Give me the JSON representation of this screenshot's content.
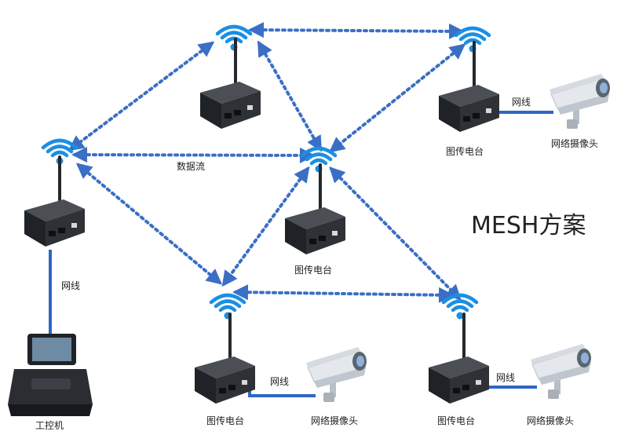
{
  "title": "MESH方案",
  "data_flow_label": "数据流",
  "nodes": {
    "top_router": {},
    "top_right": {
      "label": "图传电台",
      "cable": "网线",
      "camera": "网络摄像头"
    },
    "left": {
      "cable": "网线",
      "computer": "工控机"
    },
    "center": {
      "label": "图传电台"
    },
    "bottom_left": {
      "label": "图传电台",
      "cable": "网线",
      "camera": "网络摄像头"
    },
    "bottom_right": {
      "label": "图传电台",
      "cable": "网线",
      "camera": "网络摄像头"
    }
  },
  "colors": {
    "flow": "#3a6fc4",
    "wifi": "#1a8fe3",
    "device": "#2b2e33",
    "cable": "#2f66c4"
  },
  "icons": [
    "wifi-icon",
    "router-icon",
    "camera-icon",
    "computer-icon"
  ]
}
